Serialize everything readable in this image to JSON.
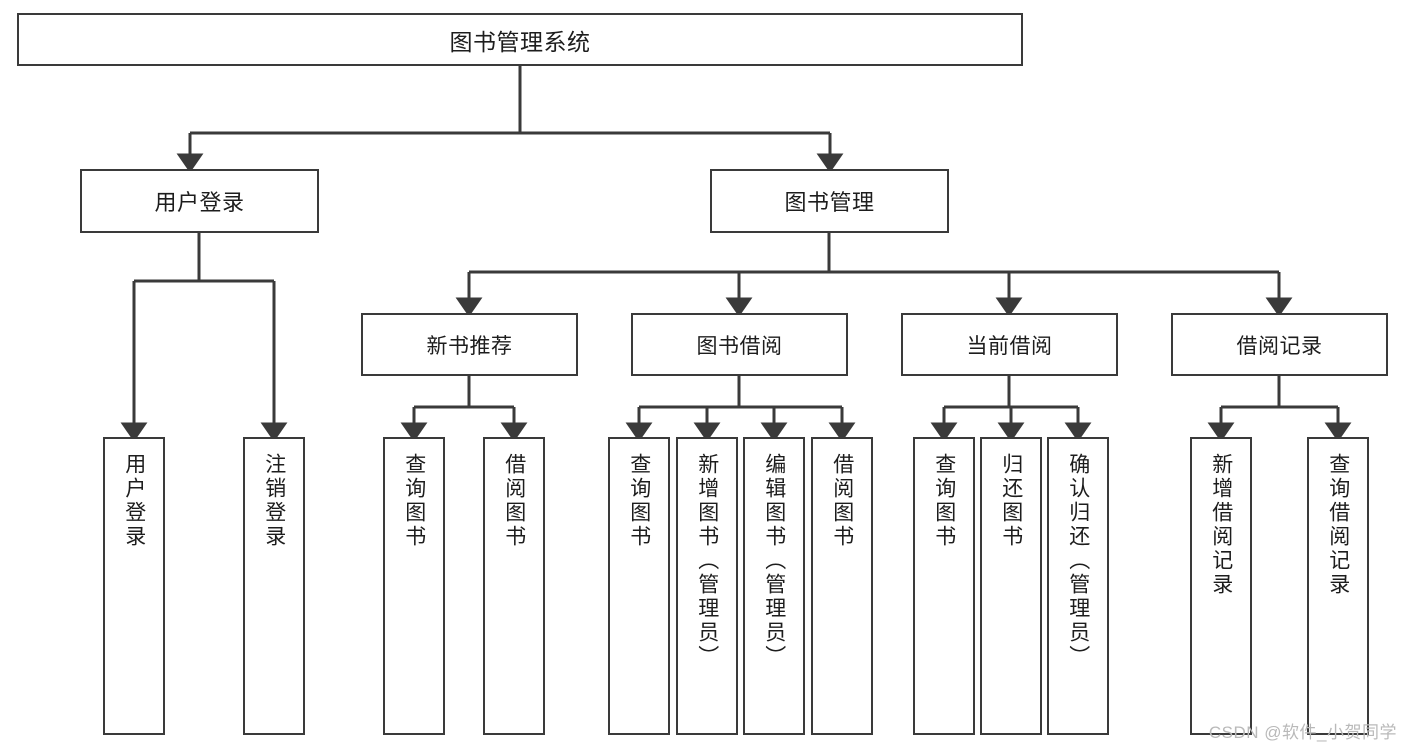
{
  "diagram": {
    "title": "图书管理系统",
    "type": "tree",
    "watermark": "CSDN @软件_小贺同学",
    "colors": {
      "stroke": "#3a3a3a",
      "fill": "#ffffff",
      "text": "#1d1d1d",
      "watermark": "#b9b9b9"
    },
    "root": {
      "label": "图书管理系统"
    },
    "level2": [
      {
        "label": "用户登录"
      },
      {
        "label": "图书管理"
      }
    ],
    "level3": [
      {
        "label": "新书推荐"
      },
      {
        "label": "图书借阅"
      },
      {
        "label": "当前借阅"
      },
      {
        "label": "借阅记录"
      }
    ],
    "leaves": {
      "user_login": [
        {
          "label": "用户登录"
        },
        {
          "label": "注销登录"
        }
      ],
      "new_book": [
        {
          "label": "查询图书"
        },
        {
          "label": "借阅图书"
        }
      ],
      "borrow": [
        {
          "label": "查询图书"
        },
        {
          "label": "新增图书（管理员）"
        },
        {
          "label": "编辑图书（管理员）"
        },
        {
          "label": "借阅图书"
        }
      ],
      "current": [
        {
          "label": "查询图书"
        },
        {
          "label": "归还图书"
        },
        {
          "label": "确认归还（管理员）"
        }
      ],
      "records": [
        {
          "label": "新增借阅记录"
        },
        {
          "label": "查询借阅记录"
        }
      ]
    }
  }
}
